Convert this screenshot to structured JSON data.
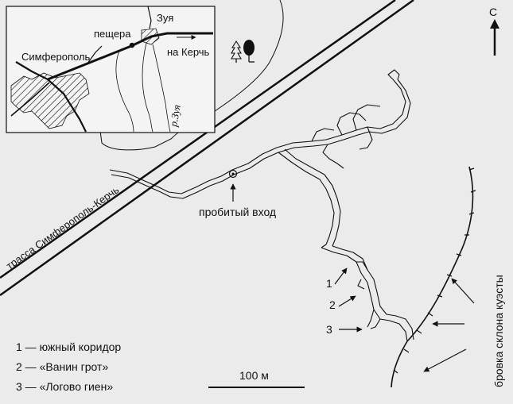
{
  "north_label": "С",
  "inset": {
    "city": "Симферополь",
    "cave": "пещера",
    "village": "Зуя",
    "direction": "на Керчь",
    "river": "р.Зуя"
  },
  "highway_label": "трасса Симферополь-Керчь",
  "entrance_label": "пробитый вход",
  "scarp_label": "бровка склона куэсты",
  "scale_label": "100 м",
  "point_labels": [
    "1",
    "2",
    "3"
  ],
  "legend": [
    {
      "num": "1",
      "text": "южный коридор"
    },
    {
      "num": "2",
      "text": "«Ванин грот»"
    },
    {
      "num": "3",
      "text": "«Логово гиен»"
    }
  ],
  "colors": {
    "background": "#ebebeb",
    "ink": "#111111",
    "inset_bg": "#f4f4f4"
  }
}
